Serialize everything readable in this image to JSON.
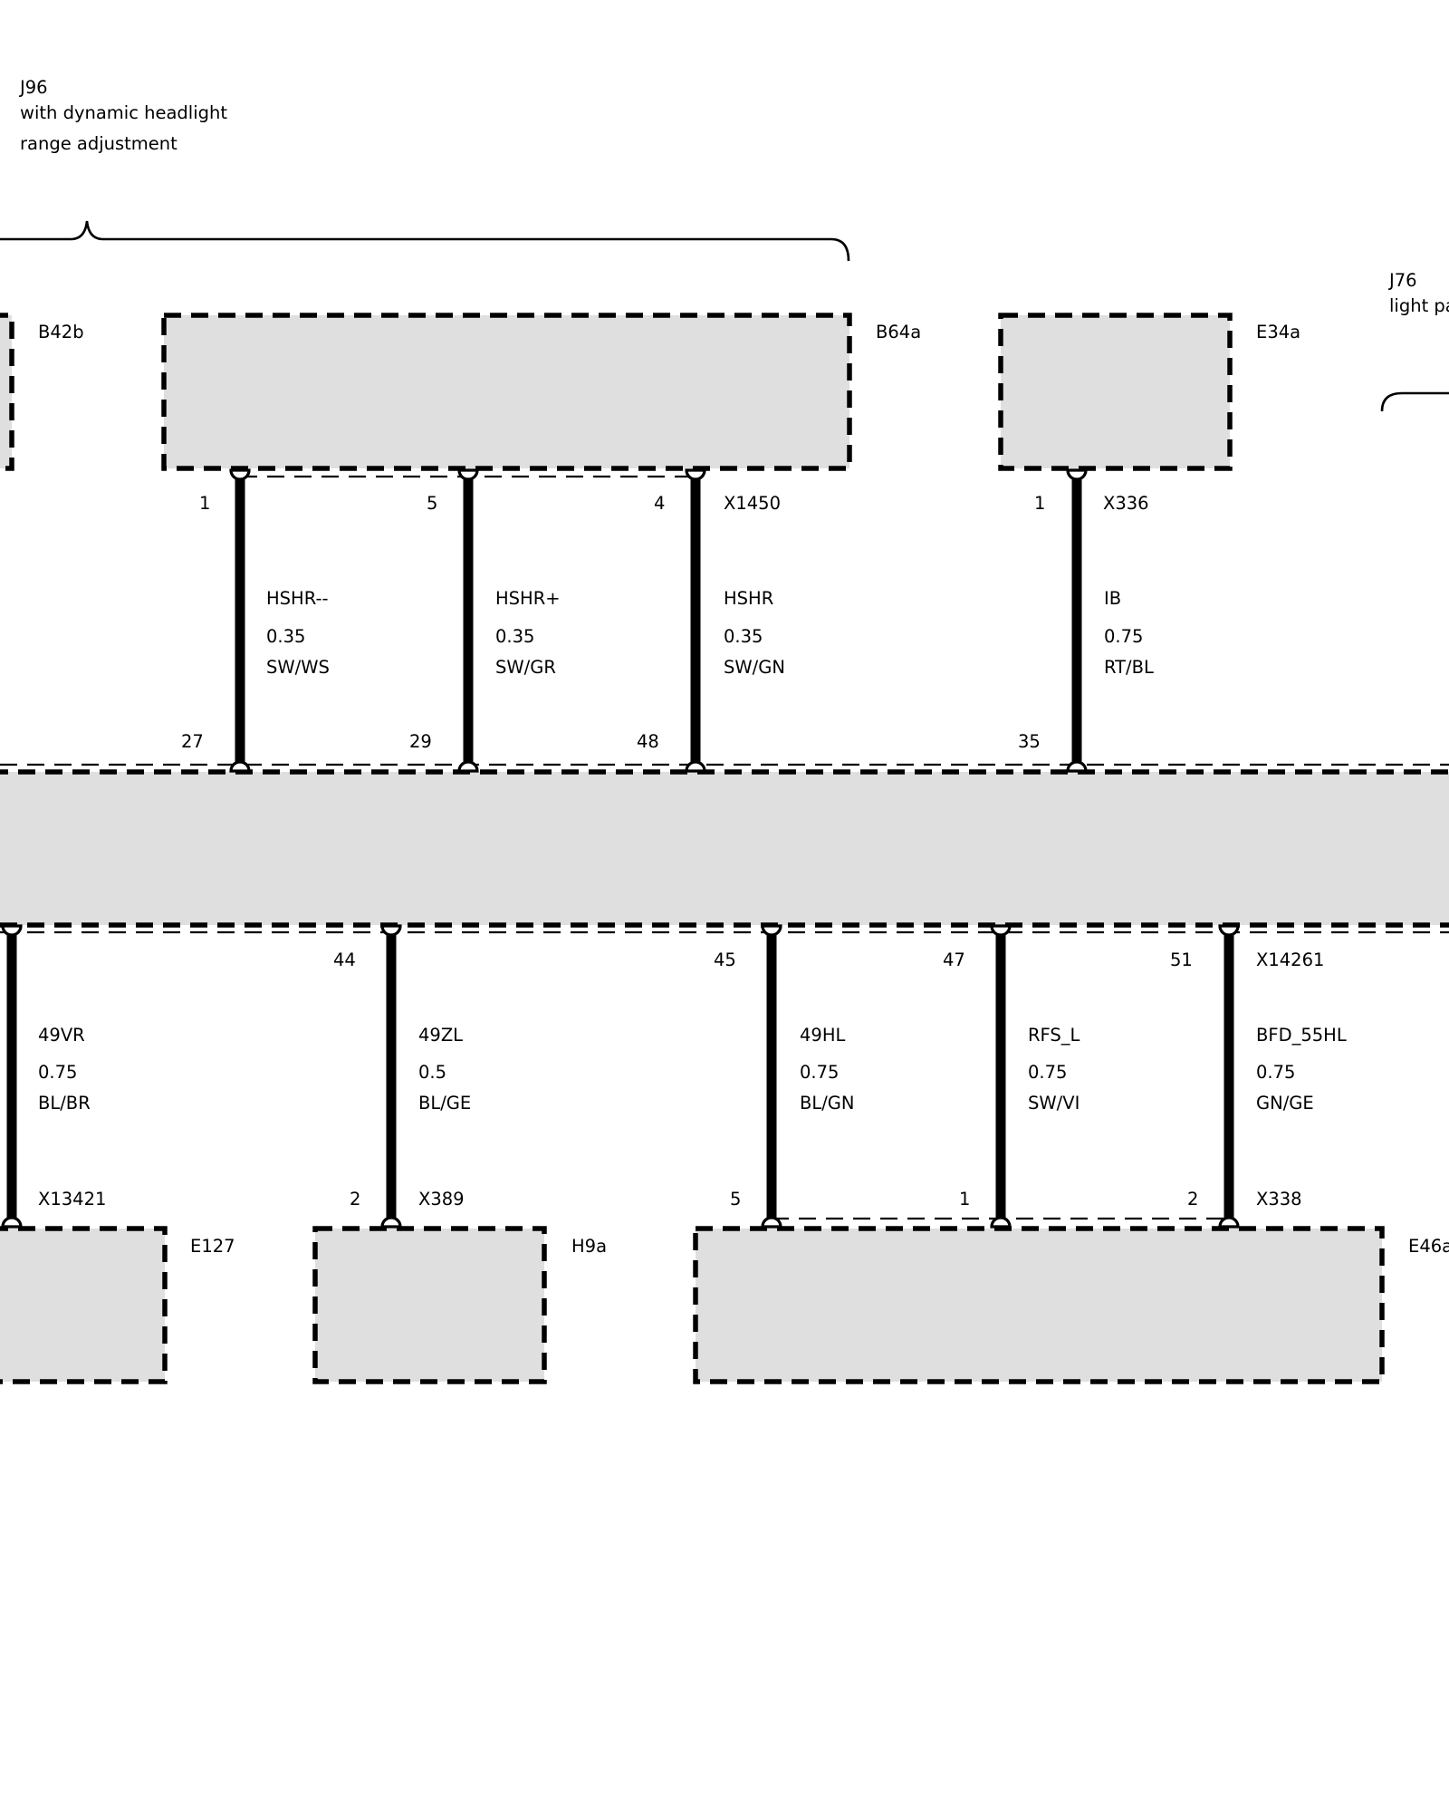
{
  "groups": {
    "j96": {
      "code": "J96",
      "line1": "with dynamic headlight",
      "line2": "range adjustment"
    },
    "j76": {
      "code": "J76",
      "line1": "light pa"
    }
  },
  "components": {
    "b42b": "B42b",
    "b64a": "B64a",
    "e34a": "E34a",
    "e127": "E127",
    "h9a": "H9a",
    "e46a": "E46a"
  },
  "connectors": {
    "x1450": "X1450",
    "x336": "X336",
    "x14261": "X14261",
    "x13421": "X13421",
    "x389": "X389",
    "x338": "X338"
  },
  "wires_top": [
    {
      "pin_top": "1",
      "pin_bottom": "27",
      "signal": "HSHR--",
      "gauge": "0.35",
      "color": "SW/WS"
    },
    {
      "pin_top": "5",
      "pin_bottom": "29",
      "signal": "HSHR+",
      "gauge": "0.35",
      "color": "SW/GR"
    },
    {
      "pin_top": "4",
      "pin_bottom": "48",
      "signal": "HSHR",
      "gauge": "0.35",
      "color": "SW/GN"
    },
    {
      "pin_top": "1",
      "pin_bottom": "35",
      "signal": "IB",
      "gauge": "0.75",
      "color": "RT/BL"
    }
  ],
  "wires_bottom": [
    {
      "pin_top": "",
      "pin_bottom": "",
      "signal": "49VR",
      "gauge": "0.75",
      "color": "BL/BR"
    },
    {
      "pin_top": "44",
      "pin_bottom": "2",
      "signal": "49ZL",
      "gauge": "0.5",
      "color": "BL/GE"
    },
    {
      "pin_top": "45",
      "pin_bottom": "5",
      "signal": "49HL",
      "gauge": "0.75",
      "color": "BL/GN"
    },
    {
      "pin_top": "47",
      "pin_bottom": "1",
      "signal": "RFS_L",
      "gauge": "0.75",
      "color": "SW/VI"
    },
    {
      "pin_top": "51",
      "pin_bottom": "2",
      "signal": "BFD_55HL",
      "gauge": "0.75",
      "color": "GN/GE"
    }
  ]
}
